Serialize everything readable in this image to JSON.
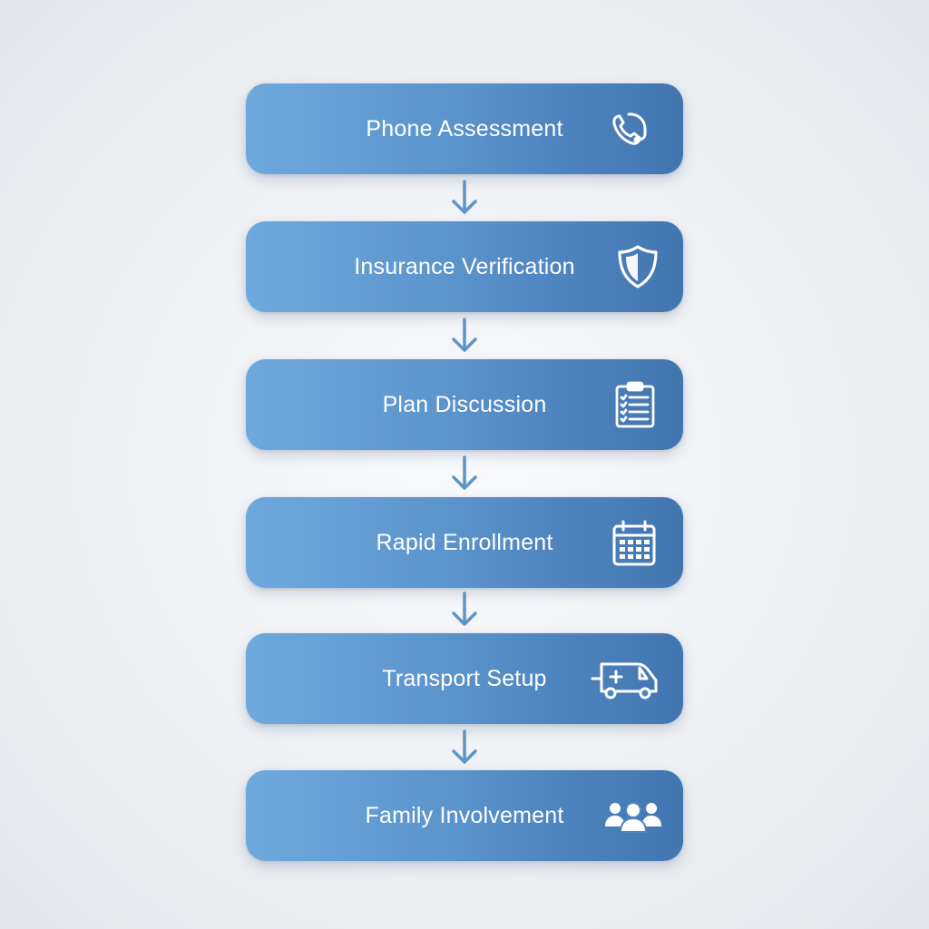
{
  "steps": [
    {
      "label": "Phone Assessment",
      "icon": "phone-support-icon"
    },
    {
      "label": "Insurance Verification",
      "icon": "shield-icon"
    },
    {
      "label": "Plan Discussion",
      "icon": "clipboard-checklist-icon"
    },
    {
      "label": "Rapid Enrollment",
      "icon": "calendar-icon"
    },
    {
      "label": "Transport Setup",
      "icon": "ambulance-icon"
    },
    {
      "label": "Family Involvement",
      "icon": "group-people-icon"
    }
  ],
  "colors": {
    "box_light": "#6ea9dd",
    "box_dark": "#4175b0",
    "arrow": "#5c94cc",
    "text": "#ffffff"
  }
}
